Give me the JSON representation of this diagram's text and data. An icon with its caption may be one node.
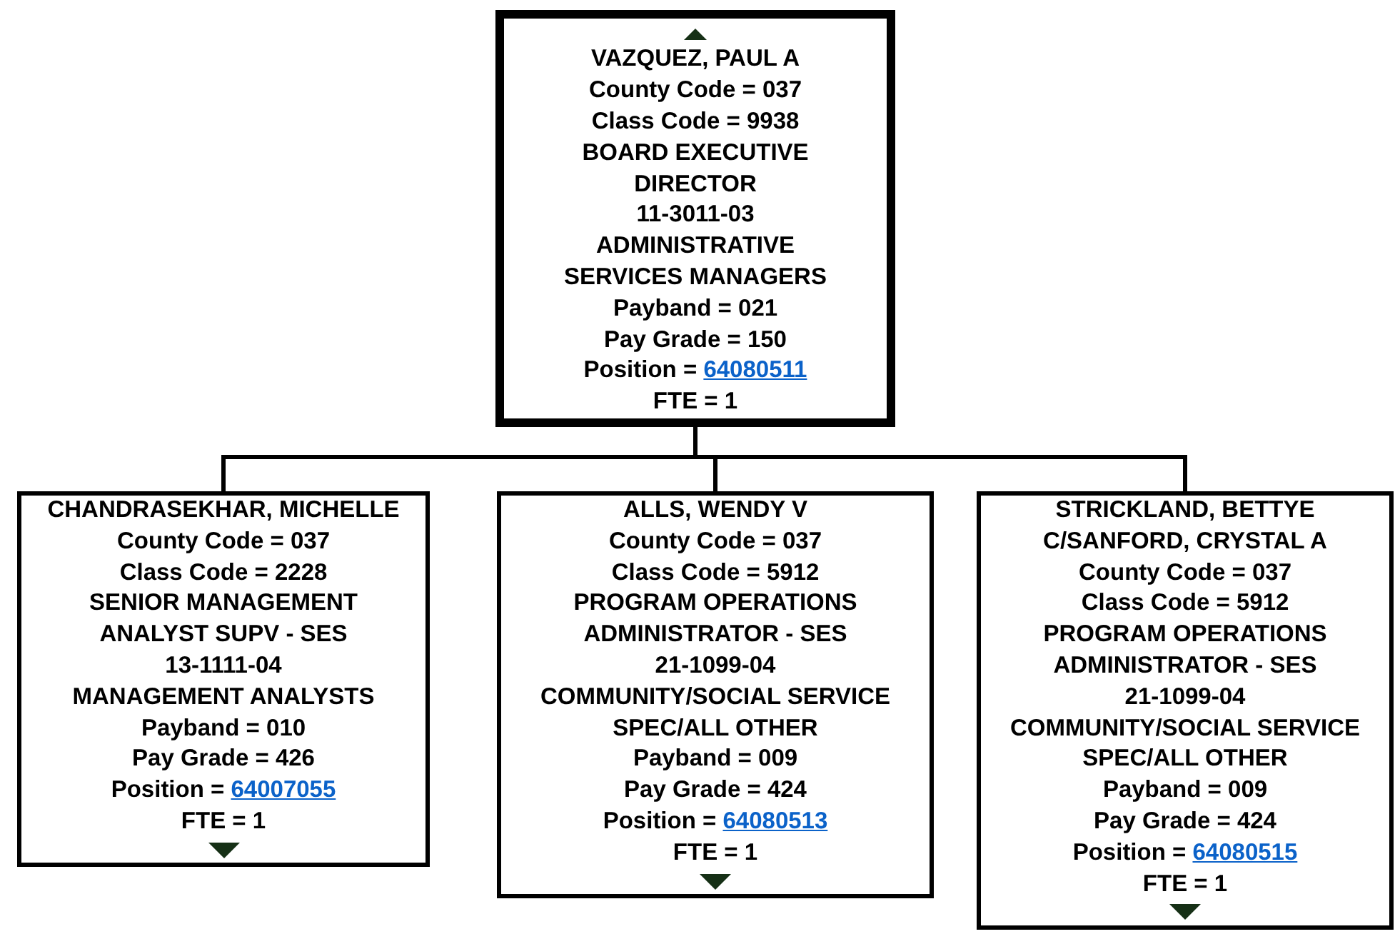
{
  "diagram": {
    "nodes": [
      {
        "text": [
          "VAZQUEZ, PAUL A",
          "County Code = 037",
          "Class Code = 9938",
          "BOARD EXECUTIVE DIRECTOR",
          "11-3011-03",
          "ADMINISTRATIVE SERVICES MANAGERS",
          "Payband = 021",
          "Pay Grade = 150",
          "Position = 64080511",
          "FTE = 1"
        ]
      },
      {
        "text": [
          "CHANDRASEKHAR, MICHELLE",
          "County Code = 037",
          "Class Code = 2228",
          "SENIOR MANAGEMENT ANALYST SUPV - SES",
          "13-1111-04",
          "MANAGEMENT ANALYSTS",
          "Payband = 010",
          "Pay Grade = 426",
          "Position = 64007055",
          "FTE = 1"
        ]
      },
      {
        "text": [
          "ALLS, WENDY V",
          "County Code = 037",
          "Class Code = 5912",
          "PROGRAM OPERATIONS ADMINISTRATOR - SES",
          "21-1099-04",
          "COMMUNITY/SOCIAL SERVICE SPEC/ALL OTHER",
          "Payband = 009",
          "Pay Grade = 424",
          "Position = 64080513",
          "FTE = 1"
        ]
      },
      {
        "text": [
          "STRICKLAND, BETTYE C/SANFORD, CRYSTAL A",
          "County Code = 037",
          "Class Code = 5912",
          "PROGRAM OPERATIONS ADMINISTRATOR - SES",
          "21-1099-04",
          "COMMUNITY/SOCIAL SERVICE SPEC/ALL OTHER",
          "Payband = 009",
          "Pay Grade = 424",
          "Position = 64080515",
          "FTE = 1"
        ]
      }
    ],
    "edges": [
      {
        "from": 0,
        "to": 1,
        "arrow": "none"
      },
      {
        "from": 0,
        "to": 2,
        "arrow": "none"
      },
      {
        "from": 0,
        "to": 3,
        "arrow": "none"
      }
    ]
  }
}
